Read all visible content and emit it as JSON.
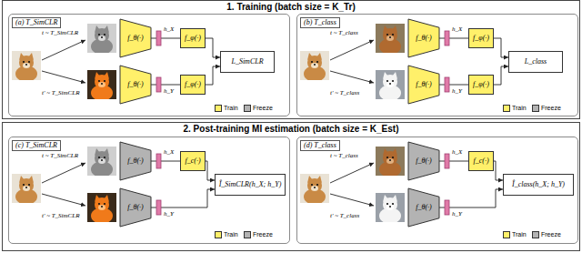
{
  "diagram": {
    "nodes": [
      {
        "text": [
          "1. Training (batch size = K_Tr)"
        ]
      },
      {
        "text": [
          "(a) T_SimCLR"
        ],
        "in": 0
      },
      {
        "text": [
          "f_θ(·)"
        ],
        "in": 1
      },
      {
        "text": [
          "f_φ(·)"
        ],
        "in": 1
      },
      {
        "text": [
          "f_θ(·)"
        ],
        "in": 1
      },
      {
        "text": [
          "f_φ(·)"
        ],
        "in": 1
      },
      {
        "text": [
          "L_SimCLR"
        ],
        "in": 1
      },
      {
        "text": [
          "(b) T_class"
        ],
        "in": 0
      },
      {
        "text": [
          "f_θ(·)"
        ],
        "in": 7
      },
      {
        "text": [
          "f_φ(·)"
        ],
        "in": 7
      },
      {
        "text": [
          "f_θ(·)"
        ],
        "in": 7
      },
      {
        "text": [
          "f_φ(·)"
        ],
        "in": 7
      },
      {
        "text": [
          "L_class"
        ],
        "in": 7
      },
      {
        "text": [
          "2. Post-training MI estimation (batch size = K_Est)"
        ]
      },
      {
        "text": [
          "(c) T_SimCLR"
        ],
        "in": 13
      },
      {
        "text": [
          "f_θ(·)"
        ],
        "in": 14
      },
      {
        "text": [
          "f_c(·)"
        ],
        "in": 14
      },
      {
        "text": [
          "f_θ(·)"
        ],
        "in": 14
      },
      {
        "text": [
          "Î_SimCLR(h_X; h_Y)"
        ],
        "in": 14
      },
      {
        "text": [
          "(d) T_class"
        ],
        "in": 13
      },
      {
        "text": [
          "f_θ(·)"
        ],
        "in": 19
      },
      {
        "text": [
          "f_c(·)"
        ],
        "in": 19
      },
      {
        "text": [
          "f_θ(·)"
        ],
        "in": 19
      },
      {
        "text": [
          "Î_class(h_X; h_Y)"
        ],
        "in": 19
      }
    ],
    "edges": [
      {
        "from": 2,
        "to": 3,
        "arrow": "none"
      },
      {
        "from": 4,
        "to": 5,
        "arrow": "none"
      },
      {
        "from": 3,
        "to": 6,
        "arrow": "to"
      },
      {
        "from": 5,
        "to": 6,
        "arrow": "to"
      },
      {
        "from": 8,
        "to": 9,
        "arrow": "none"
      },
      {
        "from": 10,
        "to": 11,
        "arrow": "none"
      },
      {
        "from": 9,
        "to": 12,
        "arrow": "to"
      },
      {
        "from": 11,
        "to": 12,
        "arrow": "to"
      },
      {
        "from": 15,
        "to": 16,
        "arrow": "none"
      },
      {
        "from": 16,
        "to": 18,
        "arrow": "to"
      },
      {
        "from": 17,
        "to": 18,
        "arrow": "to"
      },
      {
        "from": 20,
        "to": 21,
        "arrow": "none"
      },
      {
        "from": 21,
        "to": 23,
        "arrow": "to"
      },
      {
        "from": 22,
        "to": 23,
        "arrow": "to"
      }
    ],
    "labels": [
      "t ~ T_SimCLR",
      "t' ~ T_SimCLR",
      "h_X",
      "h_Y",
      "t ~ T_class",
      "t' ~ T_class",
      "h_X",
      "h_Y",
      "t ~ T_SimCLR",
      "t' ~ T_SimCLR",
      "h_X",
      "h_Y",
      "t ~ T_class",
      "t' ~ T_class",
      "h_X",
      "h_Y"
    ],
    "legend": [
      {
        "text": "Train",
        "color": "#fff06a"
      },
      {
        "text": "Freeze",
        "color": "#b3b3b3"
      },
      {
        "text": "Train",
        "color": "#fff06a"
      },
      {
        "text": "Freeze",
        "color": "#b3b3b3"
      },
      {
        "text": "Train",
        "color": "#fff06a"
      },
      {
        "text": "Freeze",
        "color": "#b3b3b3"
      },
      {
        "text": "Train",
        "color": "#fff06a"
      },
      {
        "text": "Freeze",
        "color": "#b3b3b3"
      }
    ]
  }
}
